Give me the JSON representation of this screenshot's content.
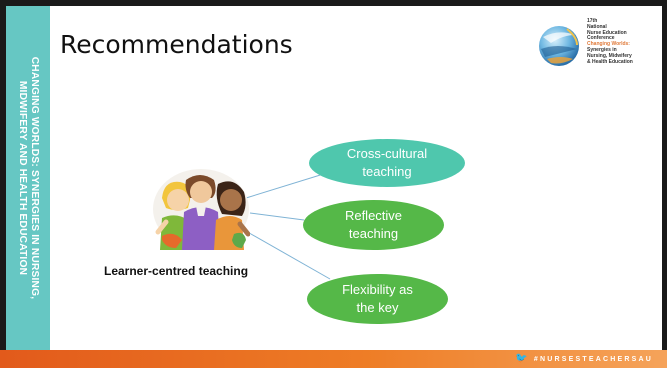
{
  "sidebar": {
    "line1": "CHANGING WORLDS: SYNERGIES IN NURSING,",
    "line2": "MIDWIFERY AND HEALTH EDUCATION"
  },
  "slide": {
    "title": "Recommendations"
  },
  "logo": {
    "lines": [
      "17th",
      "National",
      "Nurse Education",
      "Conference",
      "Changing Worlds:",
      "Synergies in",
      "Nursing, Midwifery",
      "& Health Education"
    ],
    "highlight_color": "#e07a3a"
  },
  "diagram": {
    "center_label": "Learner-centred teaching",
    "center_icon": "children-illustration",
    "nodes": [
      {
        "line1": "Cross-cultural",
        "line2": "teaching",
        "color": "#4fc7ad"
      },
      {
        "line1": "Reflective",
        "line2": "teaching",
        "color": "#55b848"
      },
      {
        "line1": "Flexibility as",
        "line2": "the key",
        "color": "#55b848"
      }
    ]
  },
  "footer": {
    "hashtag": "#NURSESTEACHERSAU",
    "icon": "twitter-bird-icon"
  },
  "colors": {
    "sidebar": "#66c7c3",
    "footer_orange": "#e25a1b"
  }
}
